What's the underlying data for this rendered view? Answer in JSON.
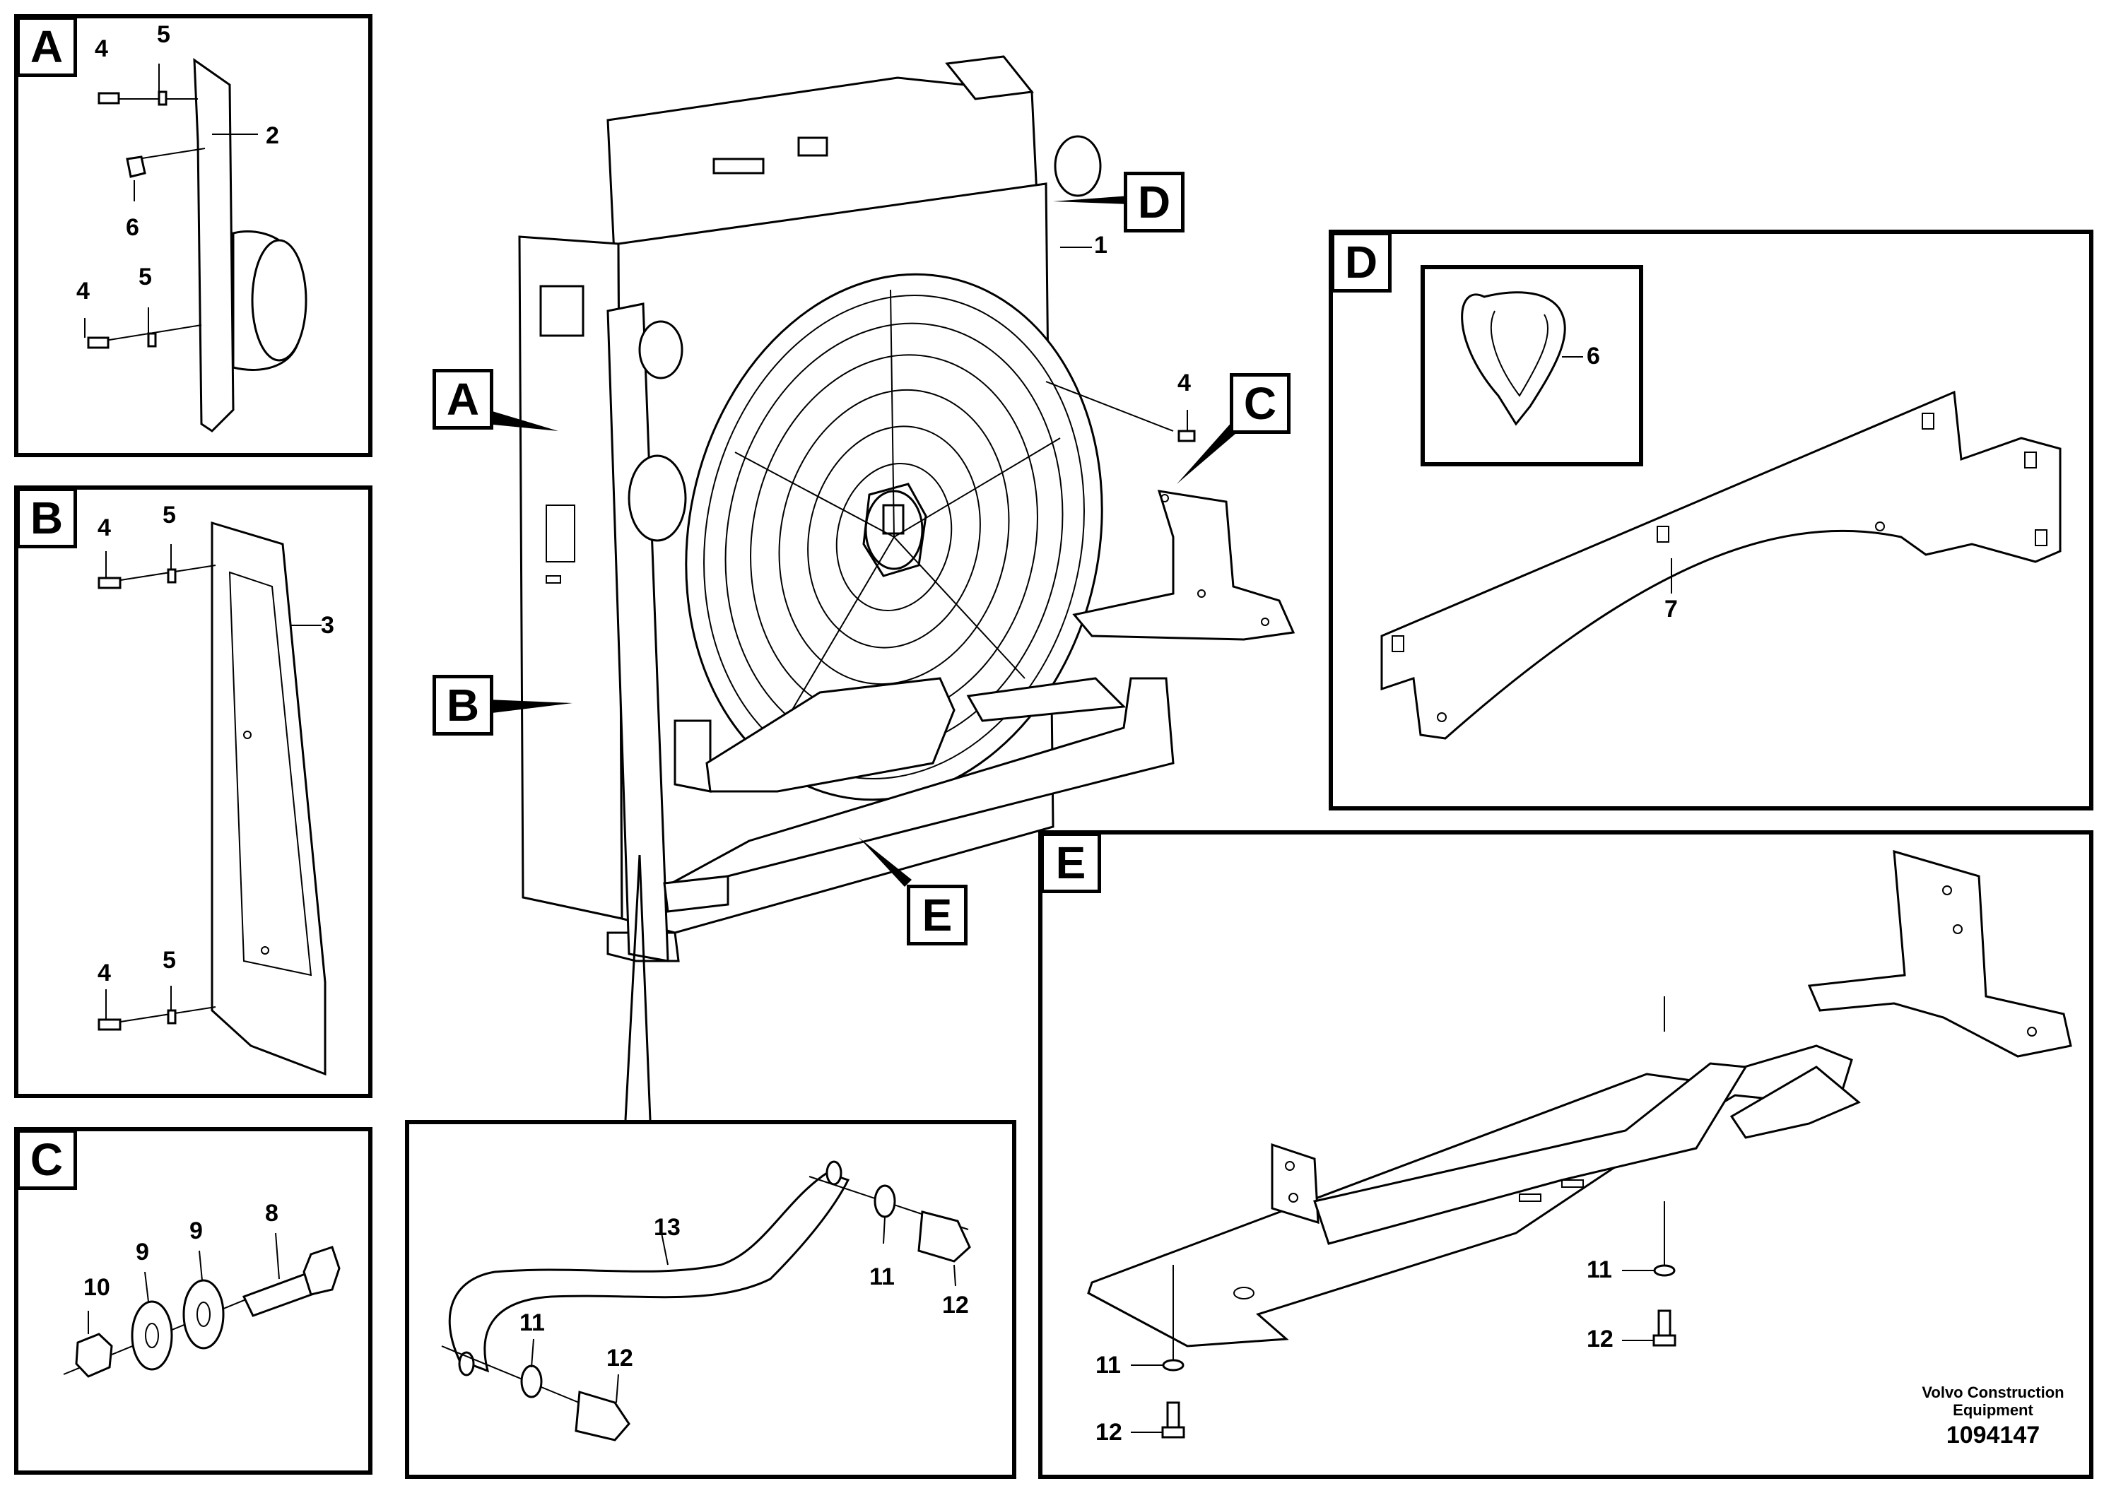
{
  "panels": {
    "A": {
      "label": "A"
    },
    "B": {
      "label": "B"
    },
    "C": {
      "label": "C"
    },
    "D": {
      "label": "D"
    },
    "E": {
      "label": "E"
    }
  },
  "main_tags": {
    "A": "A",
    "B": "B",
    "C": "C",
    "D": "D",
    "E": "E"
  },
  "callouts": {
    "a_4_top": "4",
    "a_5_top": "5",
    "a_2": "2",
    "a_6": "6",
    "a_4_bot": "4",
    "a_5_bot": "5",
    "b_4_top": "4",
    "b_5_top": "5",
    "b_3": "3",
    "b_4_bot": "4",
    "b_5_bot": "5",
    "c_10": "10",
    "c_9_left": "9",
    "c_9_right": "9",
    "c_8": "8",
    "main_1": "1",
    "main_4": "4",
    "d_6": "6",
    "d_7": "7",
    "e_11_right": "11",
    "e_12_right": "12",
    "e_11_left": "11",
    "e_12_left": "12",
    "sub_13": "13",
    "sub_11_right": "11",
    "sub_12_right": "12",
    "sub_11_left": "11",
    "sub_12_left": "12"
  },
  "footer": {
    "brand_line1": "Volvo Construction",
    "brand_line2": "Equipment",
    "drawing_number": "1094147"
  }
}
